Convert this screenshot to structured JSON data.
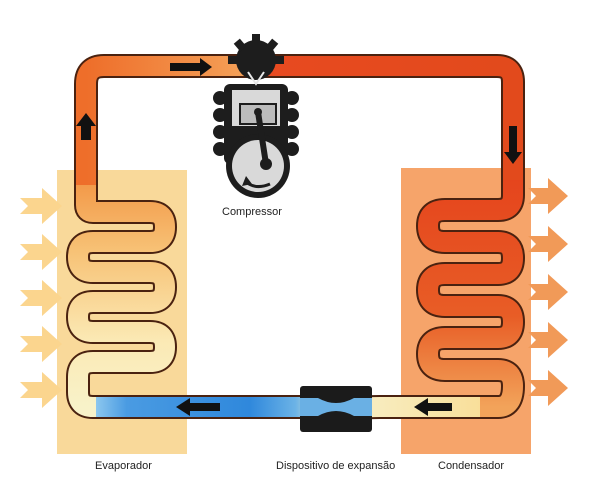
{
  "labels": {
    "compressor": "Compressor",
    "evaporator": "Evaporador",
    "expansion_device": "Dispositivo de expansão",
    "condenser": "Condensador"
  },
  "colors": {
    "evaporator_panel": "#f9d99a",
    "condenser_panel": "#f6a46a",
    "hot_pipe": "#e5481e",
    "warm_pipe": "#ef8a3a",
    "cold_pipe": "#3a90de",
    "cool_pipe": "#fbeab0",
    "arrow_cool": "#fbd58e",
    "arrow_hot": "#f19a58",
    "device": "#1b1b1b"
  }
}
